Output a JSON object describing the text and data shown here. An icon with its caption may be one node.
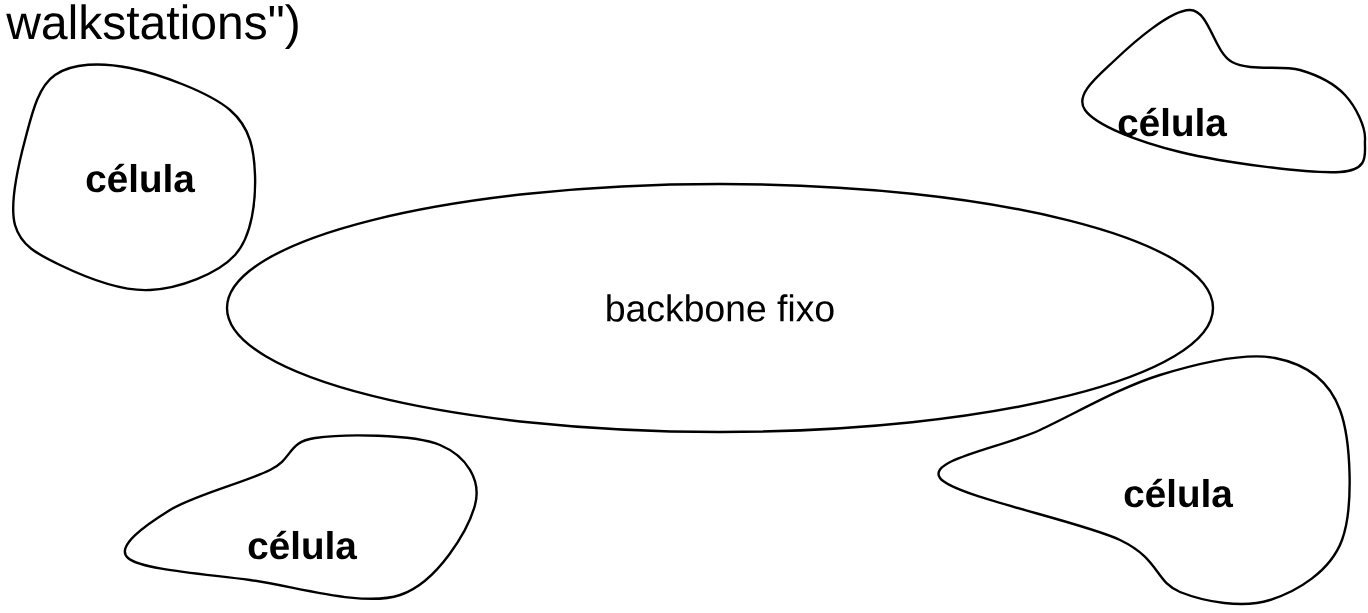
{
  "diagram": {
    "nodes": [
      {
        "text": [
          "célula"
        ]
      },
      {
        "text": [
          "célula"
        ]
      },
      {
        "text": [
          "backbone fixo"
        ]
      },
      {
        "text": [
          "célula"
        ]
      },
      {
        "text": [
          "célula"
        ]
      }
    ],
    "labels": [
      "walkstations\")"
    ]
  }
}
